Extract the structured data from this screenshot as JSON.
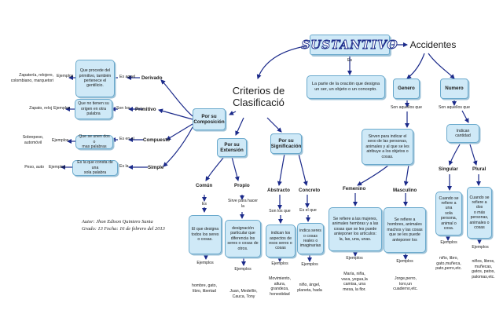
{
  "title": "SUSTANTIVO",
  "accidentes": "Accidentes",
  "criterios": "Criterios de\nClasificació",
  "definition": "La parte de la oración  que designa\nun ser, un objeto o un concepto.",
  "es_small": "Es",
  "author": "Autor: Jhon Edison Quintero Santa\nGrado: 13 Fecha: 16 de febrero del 2013",
  "composicion": {
    "title": "Por su\nComposición",
    "derivado": {
      "label": "Derivado",
      "connector": "Es aquel",
      "definition": "Que procede del\nprimitivo, también\npertenece el\ngentilicio.",
      "ejemplos": "Ejemplos",
      "examples": "Zapatería, relojero,\ncolombiano, marquetori"
    },
    "primitivo": {
      "label": "Primitivo",
      "connector": "Son los",
      "definition": "Que no tienen su\norigen en otra\npalabra",
      "ejemplos": "Ejemplos",
      "examples": "Zapato, reloj"
    },
    "compuesto": {
      "label": "Compuesto",
      "connector": "Es en el",
      "definition": "Que se unen dos o\nmas palabras",
      "ejemplos": "Ejemplos",
      "examples": "Sobrepeso,\nautomóvil"
    },
    "simple": {
      "label": "Simple",
      "connector": "Es la",
      "definition": "Es la que consta de una\nsola palabra",
      "ejemplos": "Ejemplos",
      "examples": "Peso, auto"
    }
  },
  "extension": {
    "title": "Por su\nExtensión",
    "comun": {
      "label": "Común",
      "connector": "Es",
      "definition": "El que designa\ntodos los seres\no cosas.",
      "ejemplos": "Ejemplos",
      "examples": "hombre, gato,\nlibro, libertad"
    },
    "propio": {
      "label": "Propio",
      "connector": "Sirve para hacer\nla",
      "definition": "designación\nparticular que\ndiferencia los\nseres o cosas de\notros.",
      "ejemplos": "Ejemplos",
      "examples": "Juan, Medellín,\nCauca, Tony"
    }
  },
  "significacion": {
    "title": "Por su\nSignificación",
    "abstracto": {
      "label": "Abstracto",
      "connector": "Son los que",
      "definition": "indican los\naspectos de\nesos seres o\ncosas",
      "ejemplos": "Ejemplos",
      "examples": "Movimiento,\naltura,\ngrandeza,\nhonestidad"
    },
    "concreto": {
      "label": "Concreto",
      "connector": "Es el que",
      "definition": "indica seres\no cosas\nreales o\nimaginarias",
      "ejemplos": "Ejemplos",
      "examples": "niño, ángel,\nplaneta, hada"
    }
  },
  "genero": {
    "title": "Genero",
    "connector": "Son aquellos que",
    "definition": "Sirven para indicar el\nsexo de las personas,\nanimales y al que se les\natribuye a los objetos o\ncosas.",
    "femenino": {
      "label": "Femenino",
      "definition": "Se refiere a las mujeres,\nanimales hembras y a las\ncosas que se les puede\nanteponer los artículos:\nla, las, una, unas.",
      "ejemplos": "Ejemplos",
      "examples": "María, niña,\nvaca, yegua,la\ncamisa, una\nmesa, la flor."
    },
    "masculino": {
      "label": "Masculino",
      "definition": "Se refiere a\nhombres, animales\nmachos y las cosas\nque se les puede\nanteponer los",
      "ejemplos": "Ejemplos",
      "examples": "Jorge,perro,\ntoro,un\ncuaderno,etc."
    }
  },
  "numero": {
    "title": "Numero",
    "connector": "Son aquellos que",
    "definition": "Indican cantidad",
    "singular": {
      "label": "Singular",
      "definition": "Cuando se\nrefiere a una\nsola persona,\nanimal o\ncosa.",
      "ejemplos": "Ejemplos",
      "examples": "niño, libro,\ngato,muñeca,\npato,perro,etc."
    },
    "plural": {
      "label": "Plural",
      "definition": "Cuando se\nrefiere a dos\no más\npersonas,\nanimales o\ncosas",
      "ejemplos": "Ejemplos",
      "examples": "niños, libros,\nmuñecas,\ngatos, patos,\npalomas,etc."
    }
  }
}
